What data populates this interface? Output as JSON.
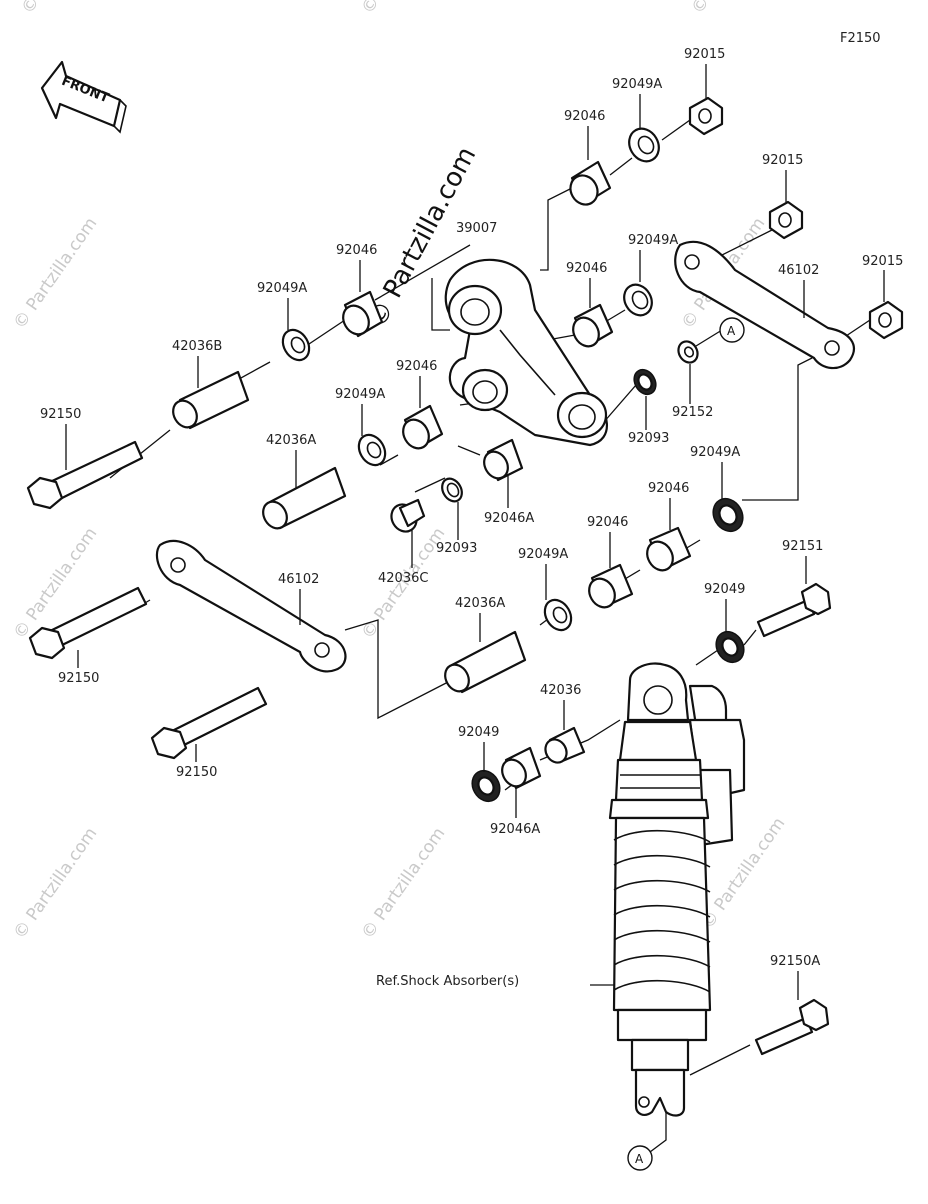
{
  "diagram": {
    "code": "F2150",
    "front_label": "FRONT",
    "ref_label": "Ref.Shock Absorber(s)",
    "circle_ref": "A",
    "watermark": "© Partzilla.com",
    "parts": {
      "p92015_top": "92015",
      "p92049A_top": "92049A",
      "p92046_top": "92046",
      "p92015_mid": "92015",
      "p92015_right": "92015",
      "p39007": "39007",
      "p92049A_mid": "92049A",
      "p92046_mid": "92046",
      "p46102_right": "46102",
      "p92046_left": "92046",
      "p92049A_left": "92049A",
      "p42036B": "42036B",
      "p92046_ctr": "92046",
      "p92049A_ctr": "92049A",
      "p92152": "92152",
      "p92093_a": "92093",
      "p92150_top": "92150",
      "p42036A_a": "42036A",
      "p92046A_a": "92046A",
      "p92049A_right": "92049A",
      "p92046_r2": "92046",
      "p92046_r3": "92046",
      "p92093_b": "92093",
      "p42036C": "42036C",
      "p92049A_low": "92049A",
      "p92151": "92151",
      "p46102_left": "46102",
      "p42036A_b": "42036A",
      "p92049_r": "92049",
      "p92150_mid": "92150",
      "p42036": "42036",
      "p92049_l": "92049",
      "p92150_low": "92150",
      "p92046A_b": "92046A",
      "p92150A": "92150A"
    }
  }
}
